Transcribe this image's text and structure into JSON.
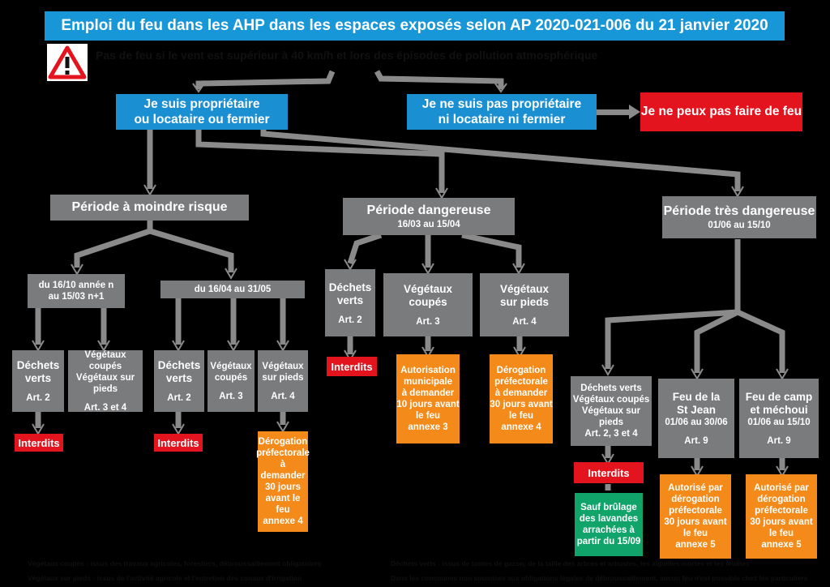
{
  "title": "Emploi du feu dans les AHP dans les espaces exposés selon AP 2020-021-006 du 21 janvier 2020",
  "warning": "Pas de feu si le vent est supérieur à 40 km/h et lors des épisodes de pollution atmosphérique",
  "owner": {
    "line1": "Je suis propriétaire",
    "line2": "ou locataire ou fermier"
  },
  "not_owner": {
    "line1": "Je ne suis pas propriétaire",
    "line2": "ni locataire ni fermier"
  },
  "no_fire": "Je ne peux pas faire de feu",
  "periods": {
    "low": {
      "title": "Période à moindre risque"
    },
    "danger": {
      "title": "Période dangereuse",
      "dates": "16/03 au 15/04"
    },
    "very": {
      "title": "Période très dangereuse",
      "dates": "01/06 au 15/10"
    }
  },
  "low": {
    "p1": {
      "line1": "du 16/10 année n",
      "line2": "au 15/03 n+1"
    },
    "p2": {
      "label": "du 16/04 au 31/05"
    },
    "dechets1": {
      "l1": "Déchets",
      "l2": "verts",
      "art": "Art. 2"
    },
    "veg1": {
      "l1": "Végétaux coupés",
      "l2": "Végétaux sur pieds",
      "art": "Art. 3 et 4"
    },
    "dechets2": {
      "l1": "Déchets",
      "l2": "verts",
      "art": "Art. 2"
    },
    "veg_coupes": {
      "l1": "Végétaux",
      "l2": "coupés",
      "art": "Art. 3"
    },
    "veg_pieds": {
      "l1": "Végétaux",
      "l2": "sur pieds",
      "art": "Art. 4"
    },
    "interdits1": "Interdits",
    "interdits2": "Interdits",
    "derog": {
      "l1": "Dérogation",
      "l2": "préfectorale",
      "l3": "à",
      "l4": "demander",
      "l5": "30 jours",
      "l6": "avant le feu",
      "l7": "annexe 4"
    }
  },
  "danger": {
    "dechets": {
      "l1": "Déchets",
      "l2": "verts",
      "art": "Art. 2"
    },
    "veg_coupes": {
      "l1": "Végétaux",
      "l2": "coupés",
      "art": "Art. 3"
    },
    "veg_pieds": {
      "l1": "Végétaux",
      "l2": "sur pieds",
      "art": "Art. 4"
    },
    "interdits": "Interdits",
    "autor": {
      "l1": "Autorisation",
      "l2": "municipale",
      "l3": "à demander",
      "l4": "10 jours avant",
      "l5": "le feu",
      "l6": "annexe 3"
    },
    "derog": {
      "l1": "Dérogation",
      "l2": "préfectorale",
      "l3": "à demander",
      "l4": "30 jours avant",
      "l5": "le feu",
      "l6": "annexe 4"
    }
  },
  "very": {
    "dechets": {
      "l1": "Déchets verts",
      "l2": "Végétaux coupés",
      "l3": "Végétaux sur pieds",
      "art": "Art. 2, 3 et 4"
    },
    "interdits": "Interdits",
    "sauf": {
      "l1": "Sauf brûlage",
      "l2": "des lavandes",
      "l3": "arrachées à",
      "l4": "partir du 15/09"
    },
    "stjean": {
      "l1": "Feu de la",
      "l2": "St Jean",
      "dates": "01/06 au 30/06",
      "art": "Art. 9"
    },
    "camp": {
      "l1": "Feu de camp",
      "l2": "et méchoui",
      "dates": "01/06 au 15/10",
      "art": "Art. 9"
    },
    "autor1": {
      "l1": "Autorisé par",
      "l2": "dérogation",
      "l3": "préfectorale",
      "l4": "30 jours avant",
      "l5": "le feu",
      "l6": "annexe 5"
    },
    "autor2": {
      "l1": "Autorisé par",
      "l2": "dérogation",
      "l3": "préfectorale",
      "l4": "30 jours avant",
      "l5": "le feu",
      "l6": "annexe 5"
    }
  },
  "footnotes": {
    "veg_coupes": "Végétaux coupés : issus des travaux agricoles, forestiers, débroussaillement obligatoires",
    "veg_pieds": "Végétaux sur pieds : issus de l'activité agricole et l'entretien des canaux d'irrigation",
    "dechets": "Déchets verts : issus de tontes de gazon, de la taille des arbres et arbustes, les aiguilles mortes et les feuilles",
    "communes": "Dans les communes non soumises aux obligations légales de débroussaillement, aucun feu n'est possible chez les particuliers"
  }
}
